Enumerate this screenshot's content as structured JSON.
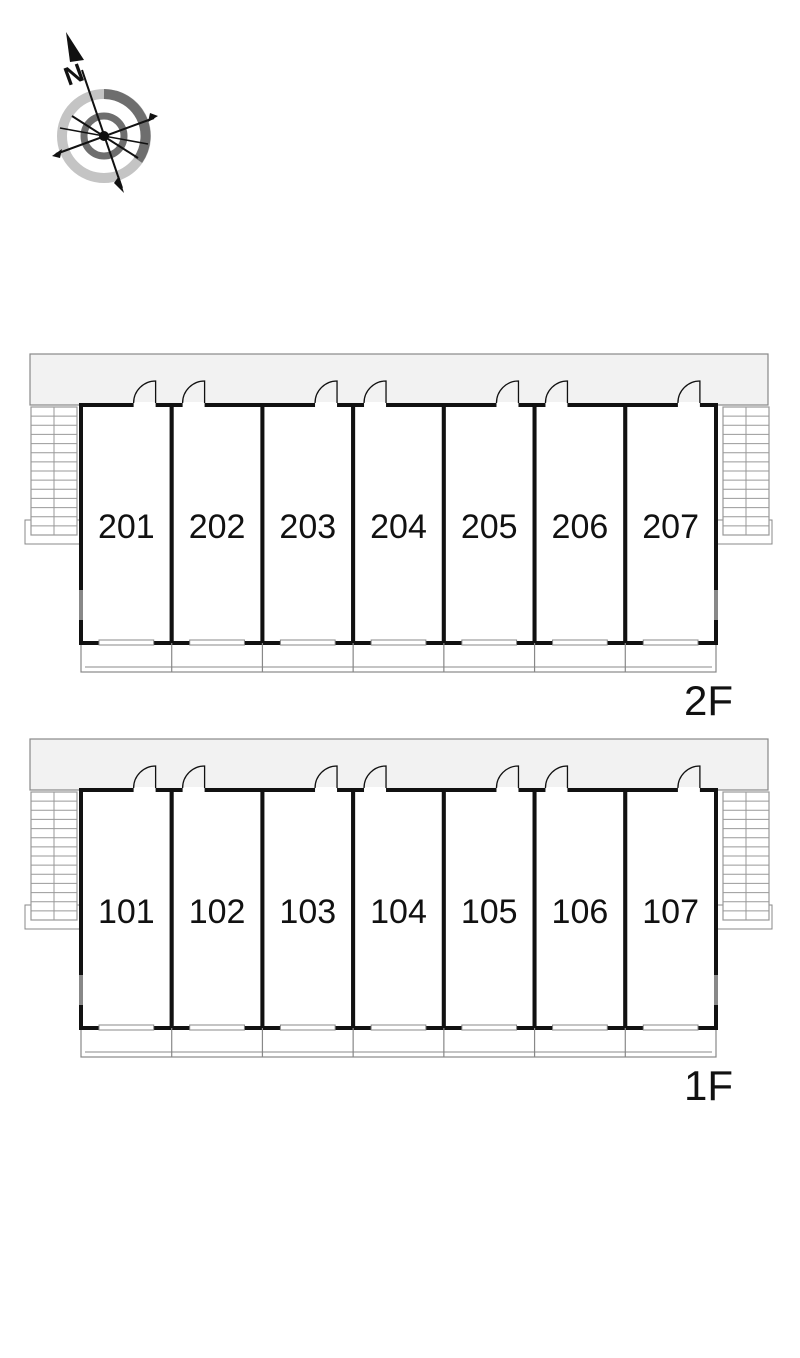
{
  "compass": {
    "icon": "compass-rose-icon",
    "letter": "N"
  },
  "floors": [
    {
      "label": "2F",
      "units": [
        "201",
        "202",
        "203",
        "204",
        "205",
        "206",
        "207"
      ]
    },
    {
      "label": "1F",
      "units": [
        "101",
        "102",
        "103",
        "104",
        "105",
        "106",
        "107"
      ]
    }
  ],
  "colors": {
    "corridor": "#f2f2f2",
    "wall": "#111111",
    "outline": "#888888",
    "stair": "#999999",
    "compass_ring_dark": "#6e6e6e",
    "compass_ring_light": "#c4c4c4"
  }
}
